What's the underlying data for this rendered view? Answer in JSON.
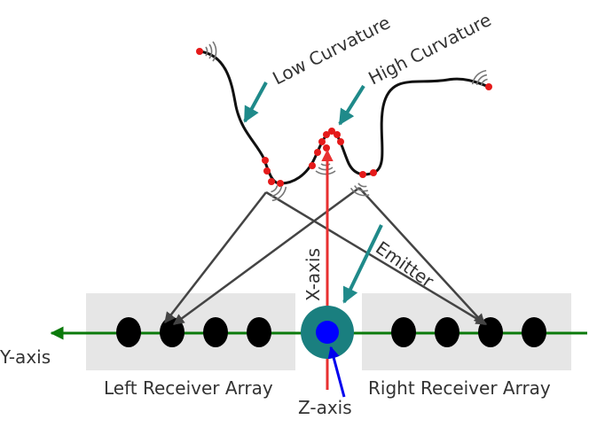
{
  "labels": {
    "low_curvature": "Low Curvature",
    "high_curvature": "High Curvature",
    "emitter": "Emitter",
    "x_axis": "X-axis",
    "y_axis": "Y-axis",
    "z_axis": "Z-axis",
    "left_array": "Left Receiver Array",
    "right_array": "Right Receiver Array"
  },
  "colors": {
    "curve": "#111111",
    "sample_point": "#e51a1a",
    "teal_arrow": "#1f8a8a",
    "receiver_box": "#e6e6e6",
    "receiver": "#000000",
    "emitter_outer": "#1a7f7f",
    "emitter_inner": "#0000ff",
    "x_axis": "#e83030",
    "y_axis": "#0b7a0b",
    "z_axis": "#0000ee",
    "reflection_arrow": "#444444",
    "wave_icon": "#777777"
  },
  "icons": [
    "sound-wave-icon"
  ]
}
